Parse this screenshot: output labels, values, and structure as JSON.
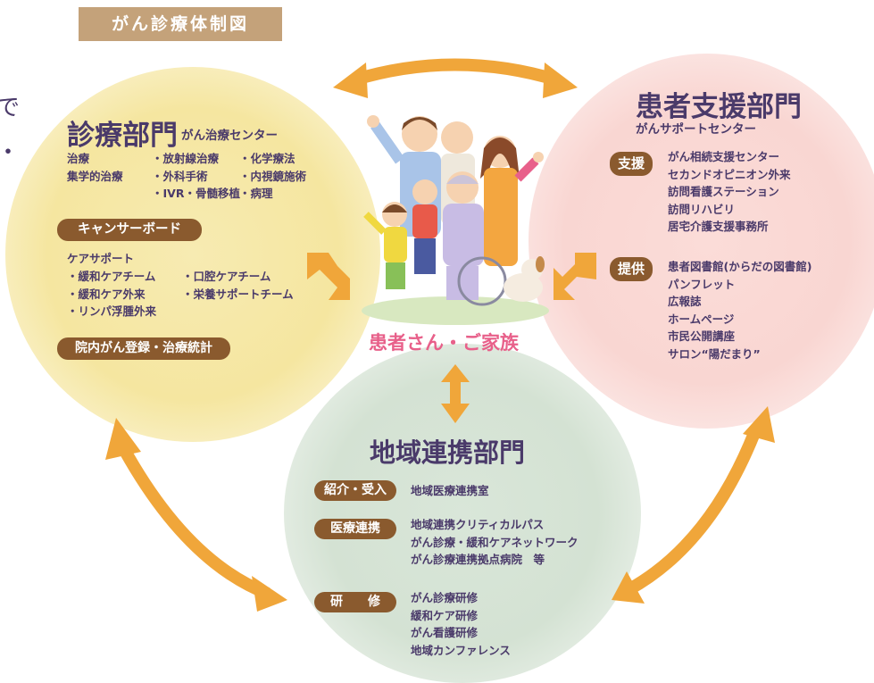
{
  "title": "がん診療体制図",
  "edge_chars": [
    "で",
    "・"
  ],
  "center": {
    "label": "患者さん・ご家族"
  },
  "shinryo": {
    "heading": "診療部門",
    "subheading": "がん治療センター",
    "col1": [
      "治療",
      "集学的治療"
    ],
    "col2": [
      "・放射線治療",
      "・外科手術",
      "・IVR・骨髄移植"
    ],
    "col3": [
      "・化学療法",
      "・内視鏡施術",
      "・病理"
    ],
    "board_pill": "キャンサーボード",
    "care_items": [
      "ケアサポート"
    ],
    "care_col1": [
      "・緩和ケアチーム",
      "・緩和ケア外来",
      "・リンパ浮腫外来"
    ],
    "care_col2": [
      "・口腔ケアチーム",
      "・栄養サポートチーム"
    ],
    "registry_pill": "院内がん登録・治療統計"
  },
  "shien": {
    "heading": "患者支援部門",
    "subheading": "がんサポートセンター",
    "support_pill": "支援",
    "support_items": [
      "がん相続支援センター",
      "セカンドオピニオン外来",
      "訪問看護ステーション",
      "訪問リハビリ",
      "居宅介護支援事務所"
    ],
    "provide_pill": "提供",
    "provide_items": [
      "患者図書館(からだの図書館)",
      "パンフレット",
      "広報誌",
      "ホームページ",
      "市民公開講座",
      "サロン“陽だまり”"
    ]
  },
  "chiiki": {
    "heading": "地域連携部門",
    "intro_pill": "紹介・受入",
    "intro_items": [
      "地域医療連携室"
    ],
    "medical_pill": "医療連携",
    "medical_items": [
      "地域連携クリティカルパス",
      "がん診療・緩和ケアネットワーク",
      "がん診療連携拠点病院　等"
    ],
    "training_pill": "研　　修",
    "training_items": [
      "がん診療研修",
      "緩和ケア研修",
      "がん看護研修",
      "地域カンファレンス"
    ]
  },
  "colors": {
    "arrow": "#f0a63a",
    "pill": "#8a5a2e",
    "title_bg": "#c4a27a",
    "text": "#4a3a6a",
    "family_label": "#e8608a"
  }
}
